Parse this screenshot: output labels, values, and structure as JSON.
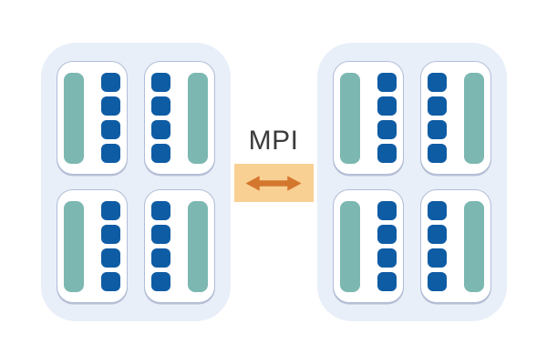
{
  "diagram": {
    "connector": {
      "label": "MPI"
    },
    "colors": {
      "canvas_bg": "#ffffff",
      "node_bg": "#e8eff9",
      "card_bg": "#ffffff",
      "card_border": "#b2bdd8",
      "bar_teal": "#7cb8b1",
      "core_blue": "#0e5ca4",
      "connector_bg": "#f9d094",
      "arrow_orange": "#d4772e",
      "label_color": "#3b3b3b"
    },
    "nodes": [
      {
        "id": "node-left",
        "cards": [
          {
            "bar_side": "left",
            "cores": 4
          },
          {
            "bar_side": "right",
            "cores": 4
          },
          {
            "bar_side": "left",
            "cores": 4
          },
          {
            "bar_side": "right",
            "cores": 4
          }
        ]
      },
      {
        "id": "node-right",
        "cards": [
          {
            "bar_side": "left",
            "cores": 4
          },
          {
            "bar_side": "right",
            "cores": 4
          },
          {
            "bar_side": "left",
            "cores": 4
          },
          {
            "bar_side": "right",
            "cores": 4
          }
        ]
      }
    ]
  }
}
